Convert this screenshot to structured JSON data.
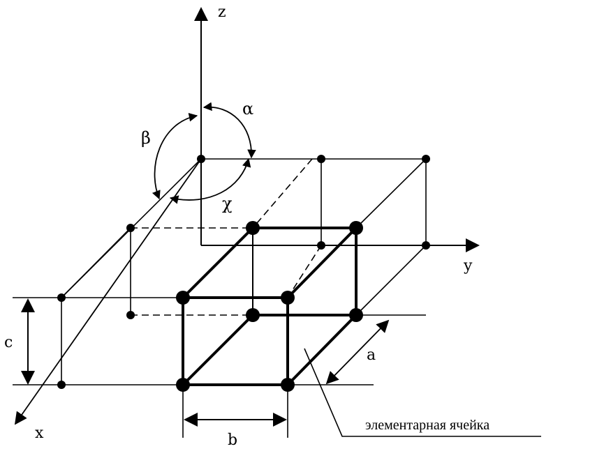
{
  "labels": {
    "axis_z": "z",
    "axis_y": "y",
    "axis_x": "x",
    "alpha": "α",
    "beta": "β",
    "gamma": "χ",
    "edge_a": "a",
    "edge_b": "b",
    "edge_c": "c",
    "caption": "элементарная ячейка"
  }
}
